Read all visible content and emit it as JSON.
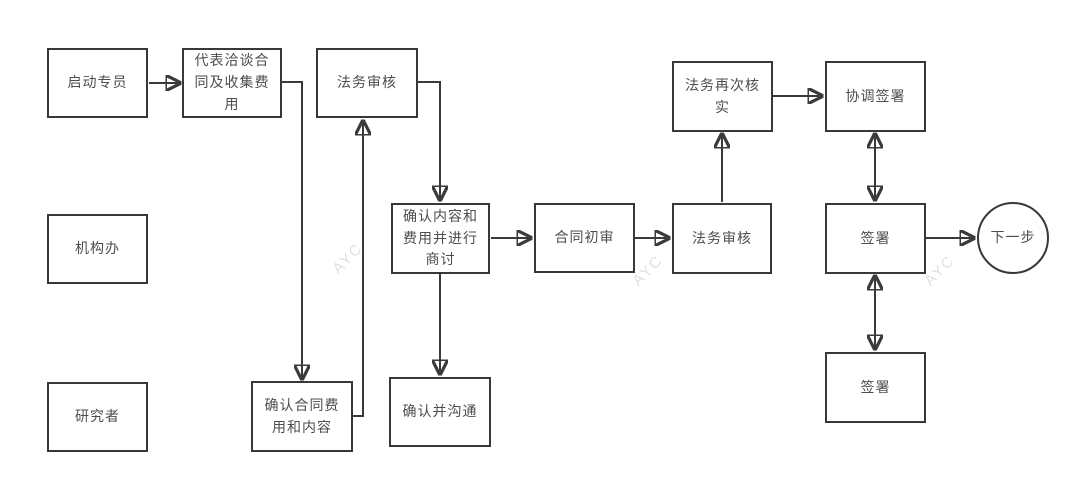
{
  "diagram": {
    "title": "contract-signing-flowchart",
    "colors": {
      "background": "#ffffff",
      "line": "#3a3a3a",
      "node_border": "#383838",
      "node_fill": "#ffffff",
      "text": "#4d4d4d",
      "watermark": "#d9d9d9"
    },
    "nodes": [
      {
        "id": "startup-specialist",
        "shape": "rect",
        "label": "启动专员"
      },
      {
        "id": "negotiate-contract-collect-fees",
        "shape": "rect",
        "label": "代表洽谈合同及收集费用"
      },
      {
        "id": "legal-review-1",
        "shape": "rect",
        "label": "法务审核"
      },
      {
        "id": "institution-office",
        "shape": "rect",
        "label": "机构办"
      },
      {
        "id": "researcher",
        "shape": "rect",
        "label": "研究者"
      },
      {
        "id": "confirm-contract-fees-content",
        "shape": "rect",
        "label": "确认合同费用和内容"
      },
      {
        "id": "confirm-content-fees-discuss",
        "shape": "rect",
        "label": "确认内容和费用并进行商讨"
      },
      {
        "id": "confirm-and-communicate",
        "shape": "rect",
        "label": "确认并沟通"
      },
      {
        "id": "contract-initial-review",
        "shape": "rect",
        "label": "合同初审"
      },
      {
        "id": "legal-review-2",
        "shape": "rect",
        "label": "法务审核"
      },
      {
        "id": "legal-recheck",
        "shape": "rect",
        "label": "法务再次核实"
      },
      {
        "id": "coordinate-signing",
        "shape": "rect",
        "label": "协调签署"
      },
      {
        "id": "sign-1",
        "shape": "rect",
        "label": "签署"
      },
      {
        "id": "sign-2",
        "shape": "rect",
        "label": "签署"
      },
      {
        "id": "next-step",
        "shape": "circle",
        "label": "下一步"
      }
    ],
    "edges": [
      {
        "from": "startup-specialist",
        "to": "negotiate-contract-collect-fees",
        "arrows": "end"
      },
      {
        "from": "negotiate-contract-collect-fees",
        "to": "confirm-contract-fees-content",
        "arrows": "end"
      },
      {
        "from": "confirm-contract-fees-content",
        "to": "legal-review-1",
        "arrows": "end"
      },
      {
        "from": "legal-review-1",
        "to": "confirm-content-fees-discuss",
        "arrows": "end"
      },
      {
        "from": "confirm-content-fees-discuss",
        "to": "contract-initial-review",
        "arrows": "end"
      },
      {
        "from": "confirm-content-fees-discuss",
        "to": "confirm-and-communicate",
        "arrows": "end"
      },
      {
        "from": "contract-initial-review",
        "to": "legal-review-2",
        "arrows": "end"
      },
      {
        "from": "legal-review-2",
        "to": "legal-recheck",
        "arrows": "end"
      },
      {
        "from": "legal-recheck",
        "to": "coordinate-signing",
        "arrows": "end"
      },
      {
        "from": "coordinate-signing",
        "to": "sign-1",
        "arrows": "both"
      },
      {
        "from": "sign-1",
        "to": "sign-2",
        "arrows": "both"
      },
      {
        "from": "sign-1",
        "to": "next-step",
        "arrows": "end"
      }
    ],
    "watermark": {
      "text": "AYC"
    }
  }
}
